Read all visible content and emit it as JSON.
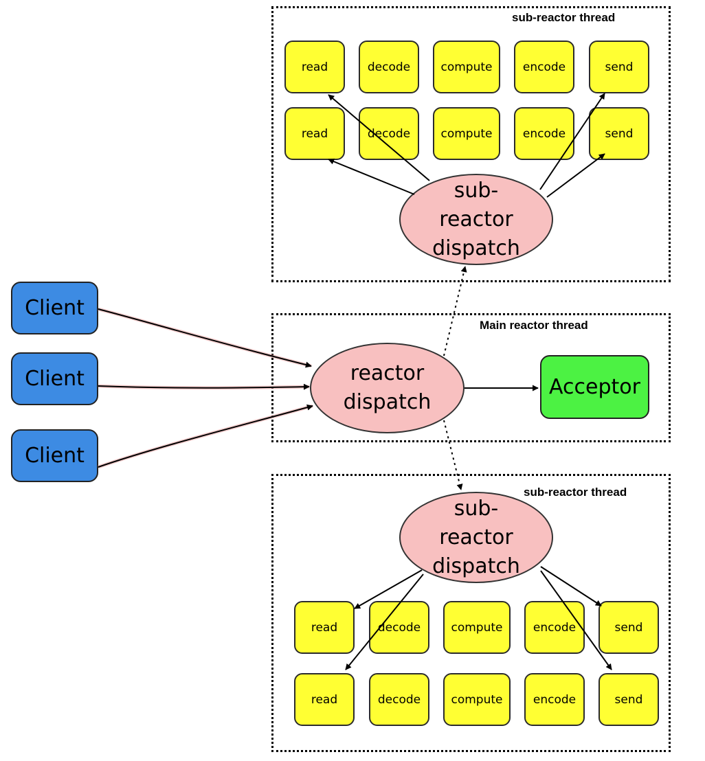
{
  "colors": {
    "task_fill": "#ffff33",
    "dispatch_fill": "#f8c0c0",
    "client_fill": "#3d8be3",
    "acceptor_fill": "#4cf243"
  },
  "top_group": {
    "title": "sub-reactor thread",
    "dispatch_lines": [
      "sub-",
      "reactor",
      "dispatch"
    ],
    "rows": [
      [
        "read",
        "decode",
        "compute",
        "encode",
        "send"
      ],
      [
        "read",
        "decode",
        "compute",
        "encode",
        "send"
      ]
    ]
  },
  "main_group": {
    "title": "Main reactor thread",
    "dispatch_lines": [
      "reactor",
      "dispatch"
    ],
    "acceptor_label": "Acceptor"
  },
  "bottom_group": {
    "title": "sub-reactor thread",
    "dispatch_lines": [
      "sub-",
      "reactor",
      "dispatch"
    ],
    "rows": [
      [
        "read",
        "decode",
        "compute",
        "encode",
        "send"
      ],
      [
        "read",
        "decode",
        "compute",
        "encode",
        "send"
      ]
    ]
  },
  "clients": [
    "Client",
    "Client",
    "Client"
  ]
}
